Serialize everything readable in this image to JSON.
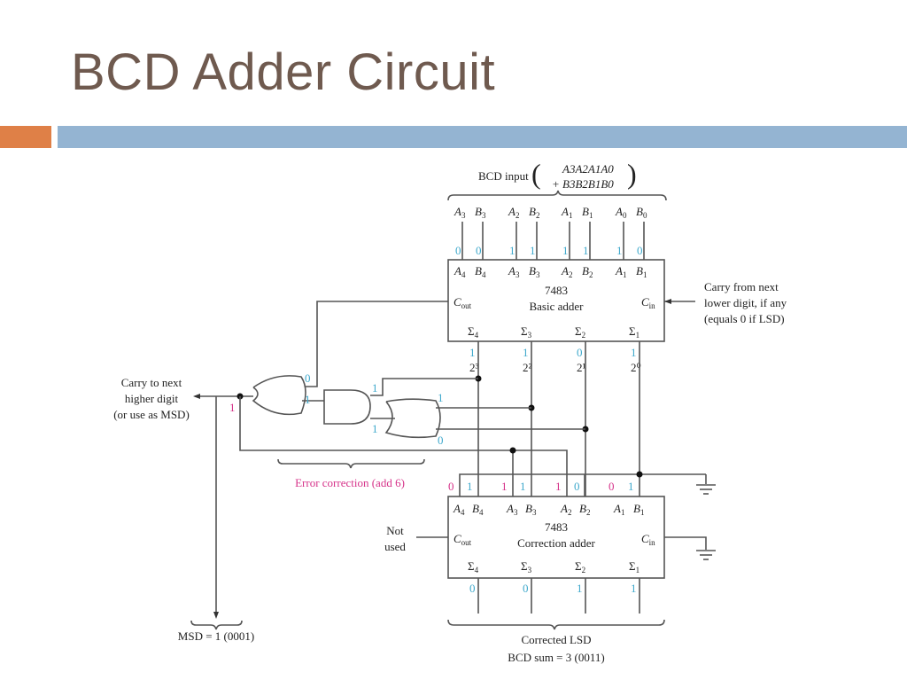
{
  "slide": {
    "title": "BCD Adder Circuit",
    "colors": {
      "title": "#6f5a4f",
      "accent_orange": "#df8047",
      "accent_blue": "#94b4d2",
      "value_blue": "#3fa9cc",
      "value_pink": "#d6338a"
    }
  },
  "diagram": {
    "bcd_input_label": "BCD input",
    "bcd_input_top": "A3A2A1A0",
    "bcd_input_bottom": "+ B3B2B1B0",
    "input_pins": [
      "A3",
      "B3",
      "A2",
      "B2",
      "A1",
      "B1",
      "A0",
      "B0"
    ],
    "input_values": [
      "0",
      "0",
      "1",
      "1",
      "1",
      "1",
      "1",
      "0"
    ],
    "basic_adder": {
      "chip": "7483",
      "name": "Basic adder",
      "inputs": [
        "A4",
        "B4",
        "A3",
        "B3",
        "A2",
        "B2",
        "A1",
        "B1"
      ],
      "cout": "Cout",
      "cin": "Cin",
      "outputs": [
        "Σ4",
        "Σ3",
        "Σ2",
        "Σ1"
      ],
      "output_values": [
        "1",
        "1",
        "0",
        "1"
      ],
      "output_weights": [
        "2³",
        "2²",
        "2¹",
        "2⁰"
      ]
    },
    "carry_in_note": [
      "Carry from next",
      "lower digit, if any",
      "(equals 0 if LSD)"
    ],
    "carry_out_note": [
      "Carry to next",
      "higher digit",
      "(or use as MSD)"
    ],
    "carry_out_value": "1",
    "gate_values": {
      "or1_in_top": "0",
      "or1_in_bottom": "1",
      "and_in_top": "1",
      "and_in_bottom": "1",
      "or2_in_top": "1",
      "or2_in_bottom": "0"
    },
    "error_correction_label": "Error correction (add 6)",
    "correction_adder": {
      "chip": "7483",
      "name": "Correction adder",
      "inputs": [
        "A4",
        "B4",
        "A3",
        "B3",
        "A2",
        "B2",
        "A1",
        "B1"
      ],
      "input_values_a": [
        "0",
        "1",
        "1",
        "0"
      ],
      "input_values_b": [
        "1",
        "1",
        "0",
        "1"
      ],
      "cout": "Cout",
      "cin": "Cin",
      "outputs": [
        "Σ4",
        "Σ3",
        "Σ2",
        "Σ1"
      ],
      "output_values": [
        "0",
        "0",
        "1",
        "1"
      ]
    },
    "not_used_note": [
      "Not",
      "used"
    ],
    "msd_label": "MSD = 1 (0001)",
    "lsd_label_1": "Corrected LSD",
    "lsd_label_2": "BCD sum = 3 (0011)"
  }
}
